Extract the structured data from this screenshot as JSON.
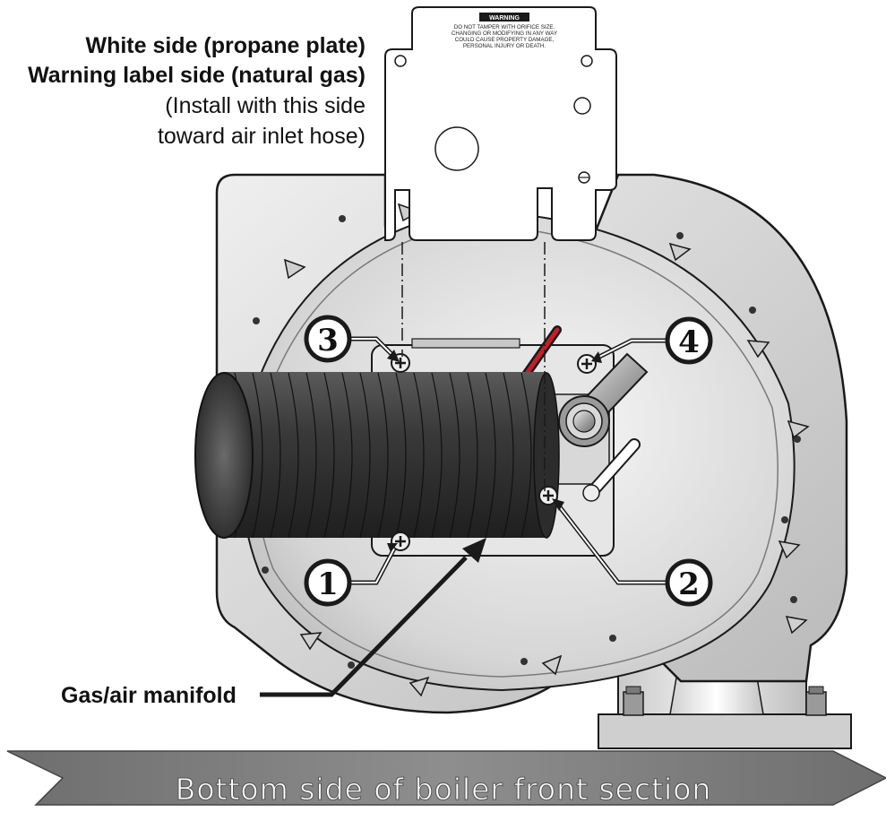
{
  "labels": {
    "plate_line1": "White side (propane plate)",
    "plate_line2": "Warning label side (natural gas)",
    "plate_line3": "(Install with this side",
    "plate_line4": "toward air inlet hose)",
    "manifold": "Gas/air manifold",
    "banner": "Bottom side of boiler front section"
  },
  "warning_plate": {
    "title": "WARNING",
    "lines": [
      "DO NOT TAMPER WITH ORIFICE SIZE.",
      "CHANGING OR MODIFYING IN ANY WAY",
      "COULD CAUSE PROPERTY DAMAGE,",
      "PERSONAL INJURY OR DEATH."
    ]
  },
  "callouts": {
    "c1": "1",
    "c2": "2",
    "c3": "3",
    "c4": "4"
  },
  "colors": {
    "housing": "#d9d9d9",
    "housing_dark": "#8a8a8a",
    "hose": "#3a3a3a",
    "banner": "#7a7a7a",
    "red_tube": "#c0202a",
    "outline": "#1a1a1a"
  }
}
